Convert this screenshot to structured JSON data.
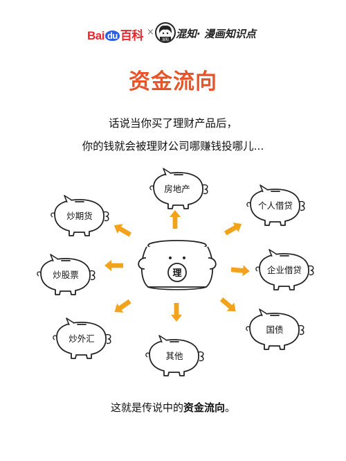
{
  "header": {
    "baidu_prefix": "Bai",
    "baidu_du": "du",
    "baidu_baike": "百科",
    "separator": "×",
    "avatar_caption": "混知",
    "partner": "混知· 漫画知识点"
  },
  "title": "资金流向",
  "intro": {
    "line1": "话说当你买了理财产品后，",
    "line2": "你的钱就会被理财公司哪赚钱投哪儿..."
  },
  "diagram": {
    "center_label": "理",
    "targets": [
      {
        "label": "房地产"
      },
      {
        "label": "个人借贷"
      },
      {
        "label": "企业借贷"
      },
      {
        "label": "国债"
      },
      {
        "label": "其他"
      },
      {
        "label": "炒外汇"
      },
      {
        "label": "炒股票"
      },
      {
        "label": "炒期货"
      }
    ]
  },
  "footer": {
    "prefix": "这就是传说中的",
    "emphasis": "资金流向",
    "suffix": "。"
  },
  "colors": {
    "title": "#e8542a",
    "arrow": "#f3a31b",
    "baidu_red": "#e8262c",
    "baidu_blue": "#2f5fe0"
  }
}
